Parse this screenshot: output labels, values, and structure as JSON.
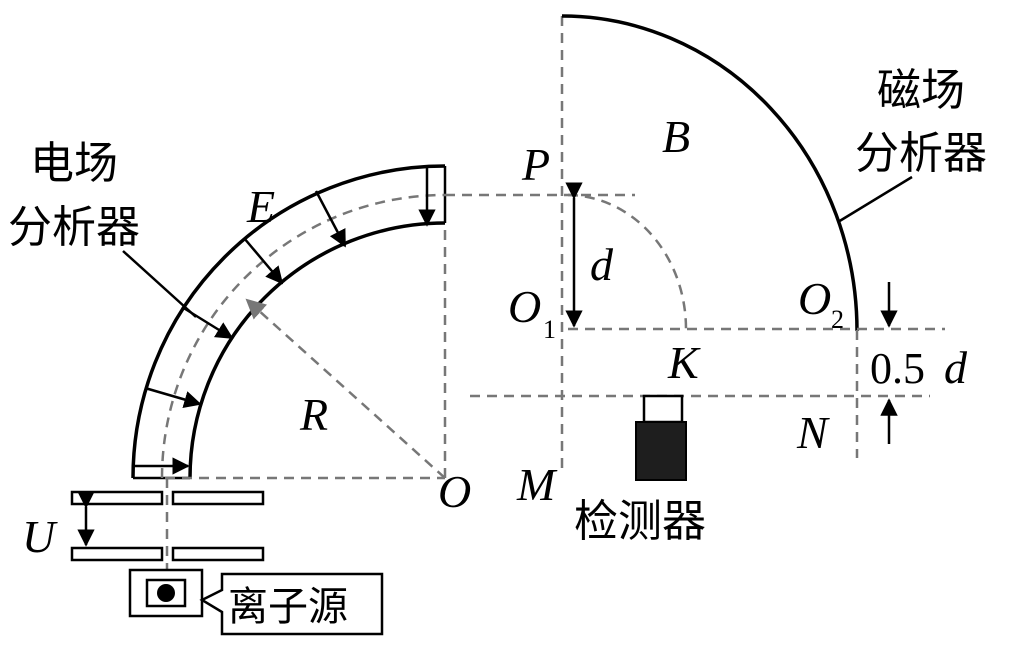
{
  "labels": {
    "electric_field_line1": "电场",
    "electric_field_line2": "分析器",
    "magnetic_field_line1": "磁场",
    "magnetic_field_line2": "分析器",
    "field_E": "E",
    "field_B": "B",
    "radius_R": "R",
    "voltage_U": "U",
    "point_O": "O",
    "point_P": "P",
    "point_O1": "O",
    "point_O1_sub": "1",
    "point_O2": "O",
    "point_O2_sub": "2",
    "point_K": "K",
    "point_M": "M",
    "point_N": "N",
    "distance_d": "d",
    "offset_value": "0.5",
    "offset_d": "d",
    "ion_source": "离子源",
    "detector": "检测器"
  }
}
